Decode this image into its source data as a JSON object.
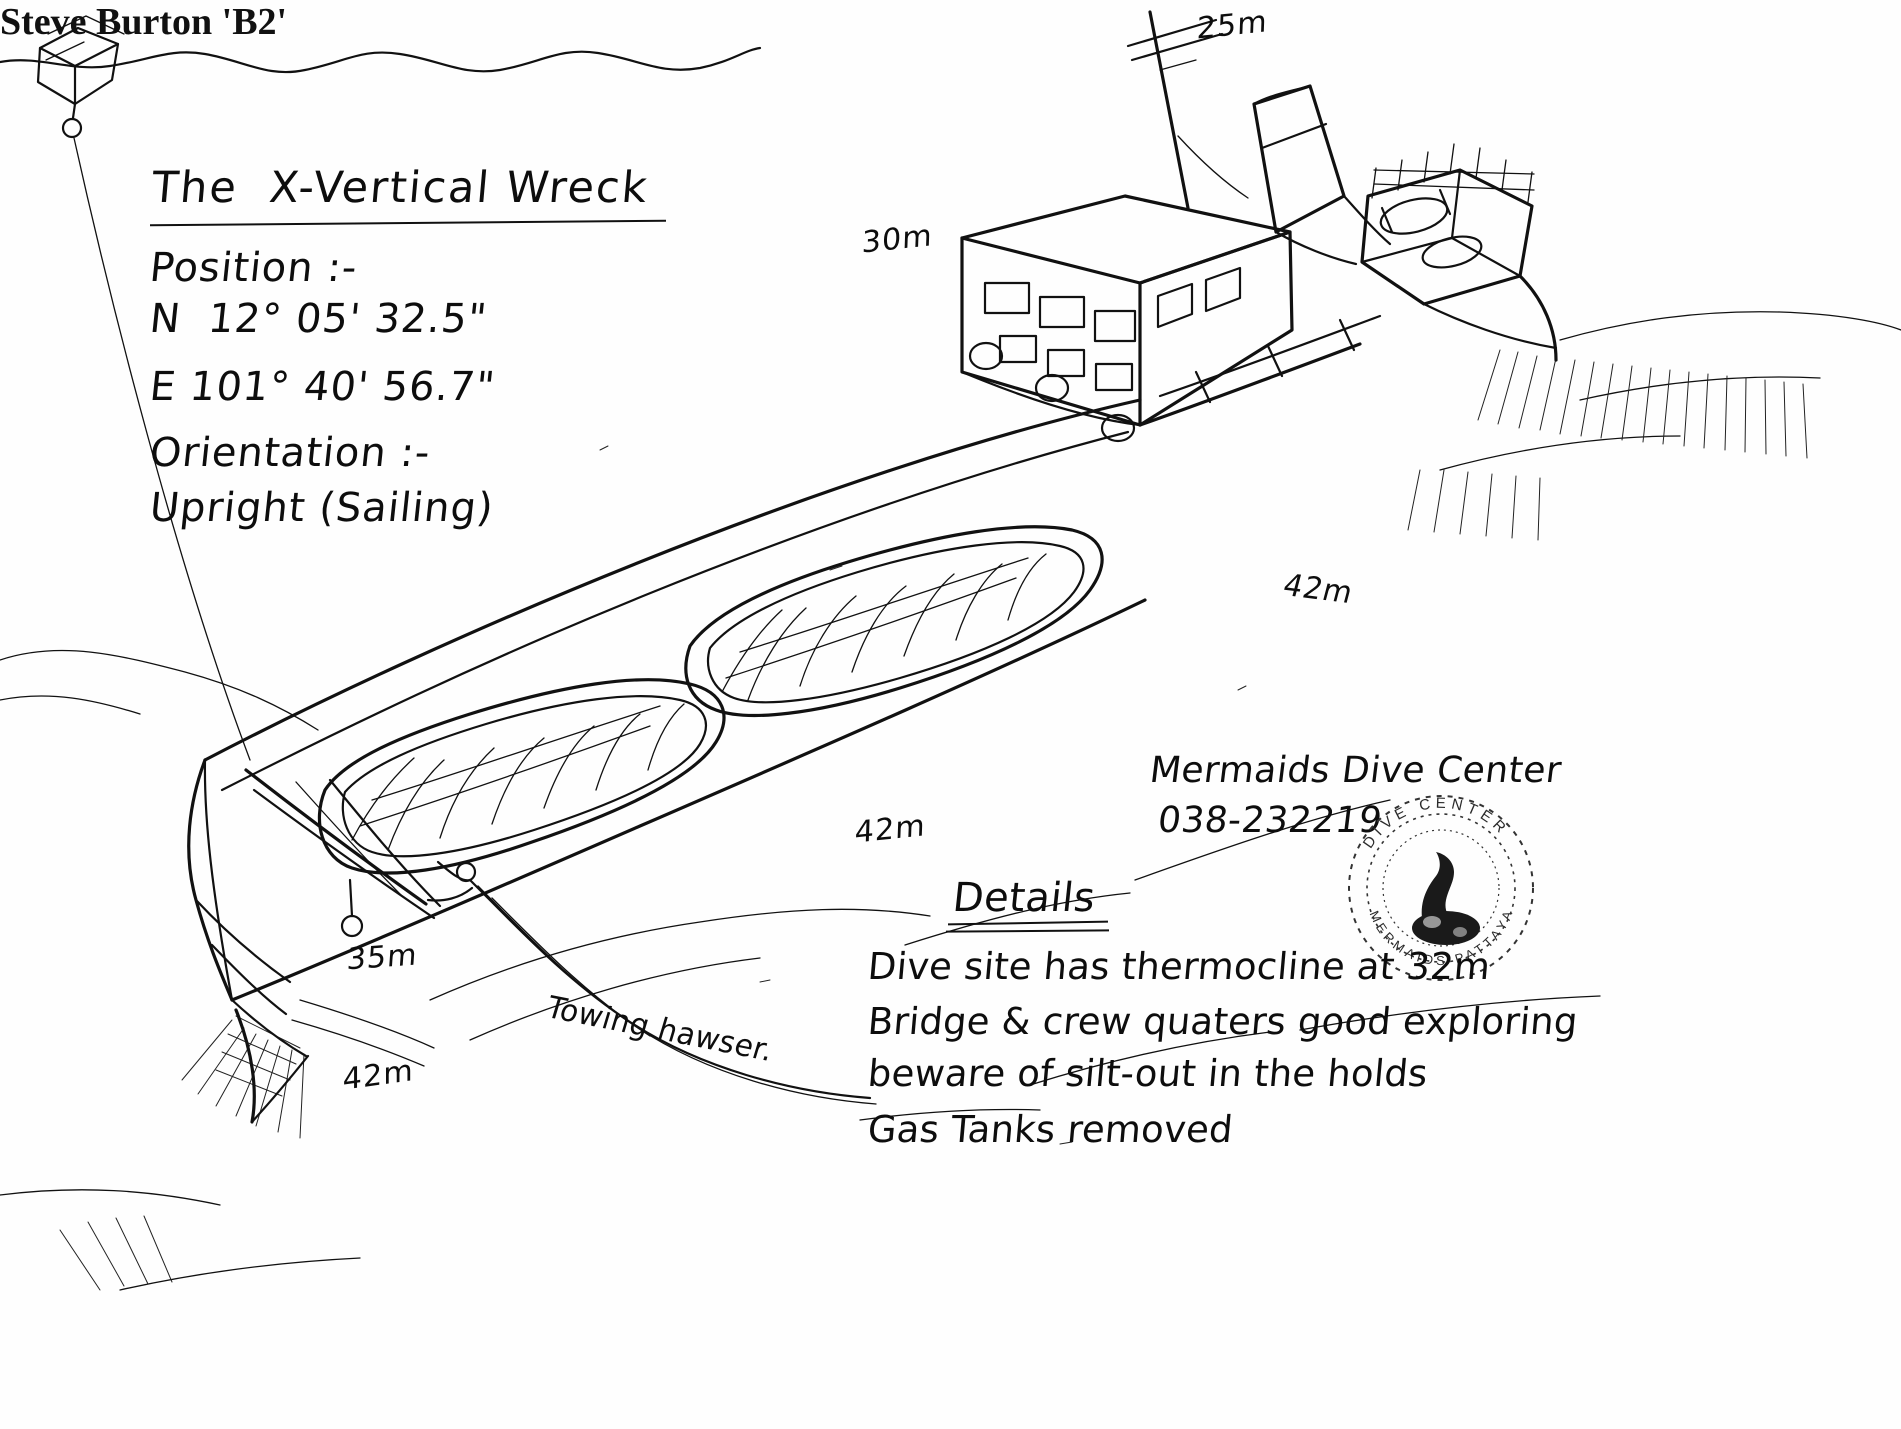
{
  "sketch": {
    "title": "The  X-Vertical Wreck",
    "position_label": "Position :-",
    "latitude": "N  12° 05' 32.5\"",
    "longitude": "E 101° 40' 56.7\"",
    "orientation_label": "Orientation :-",
    "orientation_value": "Upright (Sailing)"
  },
  "attribution": {
    "author": "Steve Burton 'B2'",
    "dive_center": "Mermaids Dive Center",
    "phone": "038-232219"
  },
  "details": {
    "heading": "Details",
    "lines": [
      "Dive site has thermocline at 32m",
      "Bridge & crew quaters good exploring",
      "beware of silt-out in the holds",
      "Gas Tanks removed"
    ],
    "line1": "Dive site has thermocline at 32m",
    "line2": "Bridge & crew quaters good exploring",
    "line3": "beware of silt-out in the holds",
    "line4": "Gas Tanks removed"
  },
  "depth_markers": {
    "mast_top": "25m",
    "bridge": "30m",
    "seabed_right": "42m",
    "seabed_mid": "42m",
    "bow": "35m",
    "seabed_bottom_left": "42m"
  },
  "annotations": {
    "towing_hawser": "Towing hawser."
  },
  "stamp": {
    "top_text": "DIVE CENTER",
    "bottom_text": "MERMAIDS PATTAYA"
  },
  "colors": {
    "ink": "#111111",
    "paper": "#fefefe"
  }
}
